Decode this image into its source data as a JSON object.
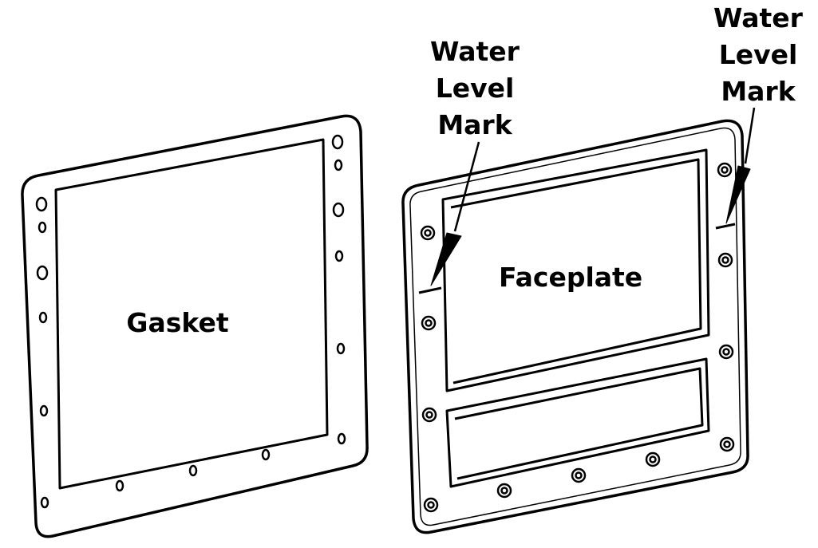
{
  "labels": {
    "gasket": "Gasket",
    "faceplate": "Faceplate",
    "water_level_mark_left": [
      "Water",
      "Level",
      "Mark"
    ],
    "water_level_mark_right": [
      "Water",
      "Level",
      "Mark"
    ]
  },
  "colors": {
    "line": "#000000",
    "background": "#ffffff"
  }
}
